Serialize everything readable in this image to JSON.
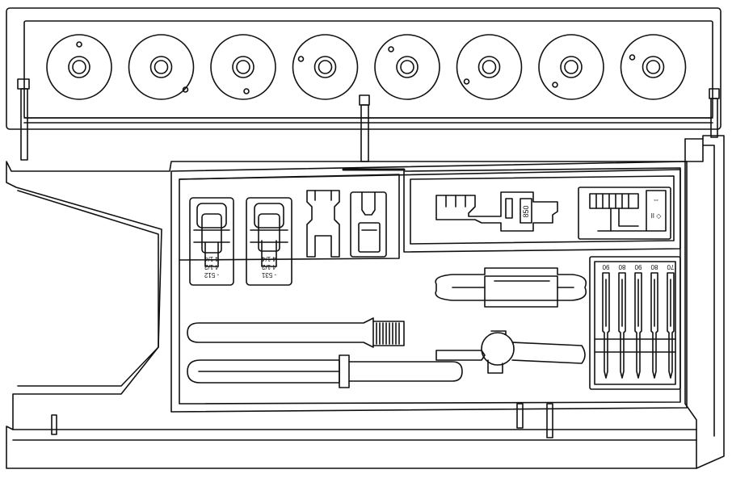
{
  "figure": {
    "subject": "sewing machine accessory box (line drawing)"
  },
  "spools": {
    "count": 8
  },
  "presser_feet": [
    {
      "id": "foot-1",
      "label_lines": [
        "4 1/4",
        "4 1/2",
        "- 512"
      ]
    },
    {
      "id": "foot-2",
      "label_lines": [
        "4 1/4",
        "4 1/2",
        "- 531"
      ]
    },
    {
      "id": "foot-3",
      "label_lines": []
    },
    {
      "id": "foot-4",
      "label_lines": []
    }
  ],
  "wide_foot": {
    "label": "850"
  },
  "attachment_symbols": {
    "arrows": "⇔",
    "mark": "II ◇"
  },
  "needles": {
    "labels": [
      "90",
      "80",
      "90",
      "80",
      "70"
    ]
  },
  "tools": [
    {
      "id": "lint-brush"
    },
    {
      "id": "screwdriver-long"
    },
    {
      "id": "screwdriver-small"
    },
    {
      "id": "seam-ripper-bobbin-case"
    }
  ]
}
